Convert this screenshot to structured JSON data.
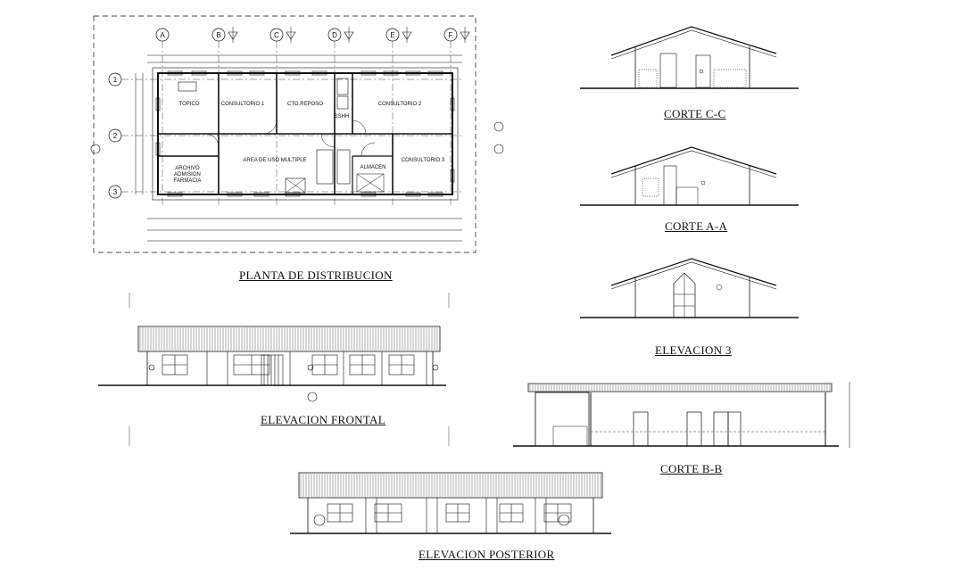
{
  "drawing": {
    "grid_columns": [
      "A",
      "B",
      "C",
      "D",
      "E",
      "F"
    ],
    "grid_rows": [
      "1",
      "2",
      "3"
    ],
    "rooms": [
      {
        "key": "topico",
        "name": "TOPICO"
      },
      {
        "key": "consultorio1",
        "name": "CONSULTORIO 1"
      },
      {
        "key": "cto_reposo",
        "name": "CTO.REPOSO"
      },
      {
        "key": "consultorio2",
        "name": "CONSULTORIO 2"
      },
      {
        "key": "sshh",
        "name": "SSHH"
      },
      {
        "key": "archivo",
        "name": "ARCHIVO ADMISION FARMACIA"
      },
      {
        "key": "area_uso",
        "name": "AREA DE USO MULTIPLE"
      },
      {
        "key": "almacen",
        "name": "ALMACEN"
      },
      {
        "key": "consultorio3",
        "name": "CONSULTORIO 3"
      }
    ],
    "views": [
      {
        "key": "planta",
        "title": "PLANTA DE DISTRIBUCION"
      },
      {
        "key": "corte_cc",
        "title": "CORTE C-C"
      },
      {
        "key": "corte_aa",
        "title": "CORTE A-A"
      },
      {
        "key": "elev3",
        "title": "ELEVACION 3"
      },
      {
        "key": "elev_frontal",
        "title": "ELEVACION FRONTAL"
      },
      {
        "key": "corte_bb",
        "title": "CORTE B-B"
      },
      {
        "key": "elev_posterior",
        "title": "ELEVACION POSTERIOR"
      }
    ]
  }
}
